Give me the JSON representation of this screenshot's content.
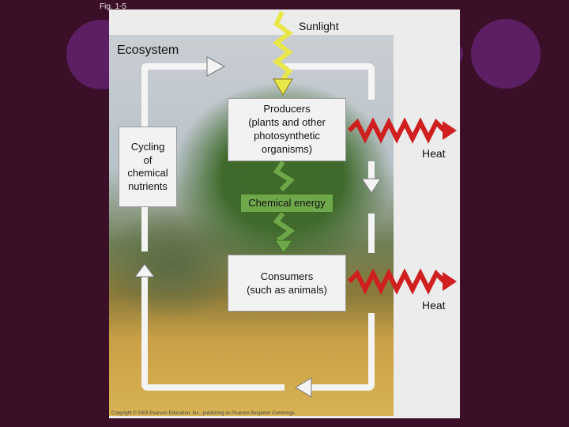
{
  "slide": {
    "fig_label": "Fig. 1-5",
    "title": "Ecosystem",
    "copyright": "Copyright © 2008 Pearson Education, Inc., publishing as Pearson Benjamin Cummings."
  },
  "diagram": {
    "sunlight": "Sunlight",
    "producers": [
      "Producers",
      "(plants and other",
      "photosynthetic",
      "organisms)"
    ],
    "chemical_energy": "Chemical energy",
    "consumers": [
      "Consumers",
      "(such as animals)"
    ],
    "cycling": [
      "Cycling",
      "of",
      "chemical",
      "nutrients"
    ],
    "heat_top": "Heat",
    "heat_bottom": "Heat"
  },
  "colors": {
    "background": "#3b0f27",
    "decor_circle": "#5c1f63",
    "sunlight_arrow": "#e8e84a",
    "energy_arrow": "#6fa84a",
    "heat_arrow": "#d01f1f",
    "cycle_arrow": "#f4f4f4"
  }
}
